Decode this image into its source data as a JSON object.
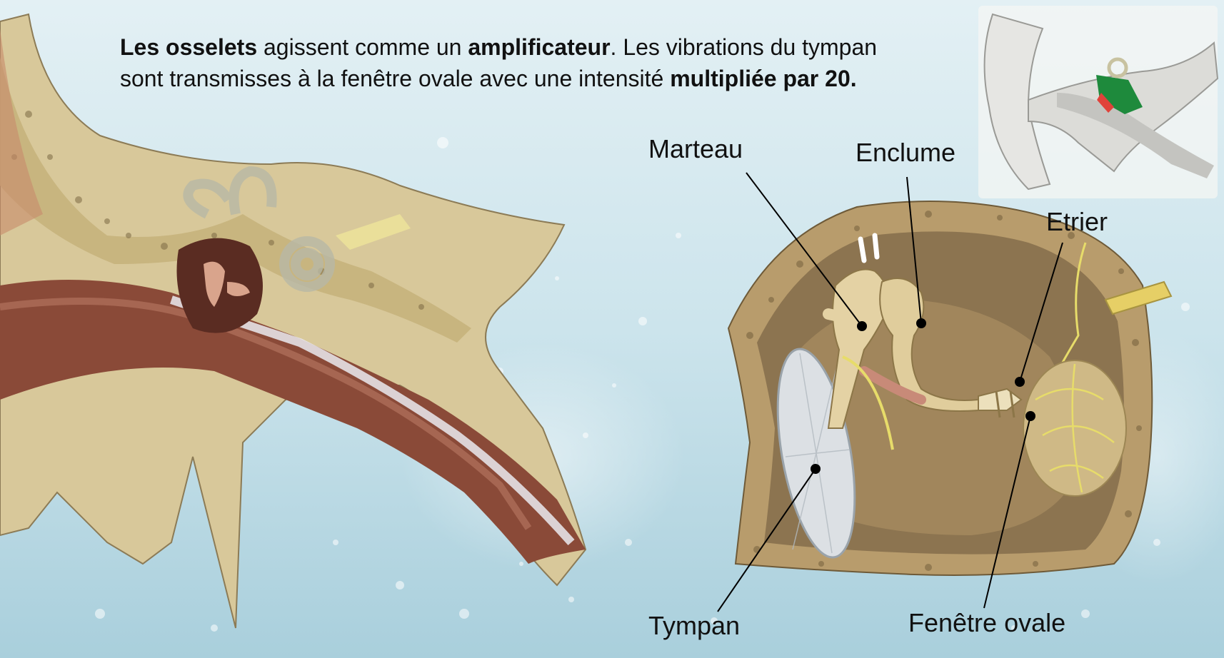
{
  "intro": {
    "p1_bold": "Les osselets",
    "p2": " agissent comme un ",
    "p3_bold": "amplificateur",
    "p4": ". Les vibrations du tympan sont transmisses à la fenêtre ovale avec une intensité ",
    "p5_bold": "multipliée par 20."
  },
  "labels": {
    "marteau": "Marteau",
    "enclume": "Enclume",
    "etrier": "Etrier",
    "tympan": "Tympan",
    "fenetre_ovale": "Fenêtre ovale"
  },
  "colors": {
    "background": "#cfe6ee",
    "bone": "#d8c89a",
    "bone_dark": "#a89468",
    "canal": "#8a4a38",
    "highlight_green": "#1e8a3c",
    "highlight_red": "#e0423a"
  }
}
